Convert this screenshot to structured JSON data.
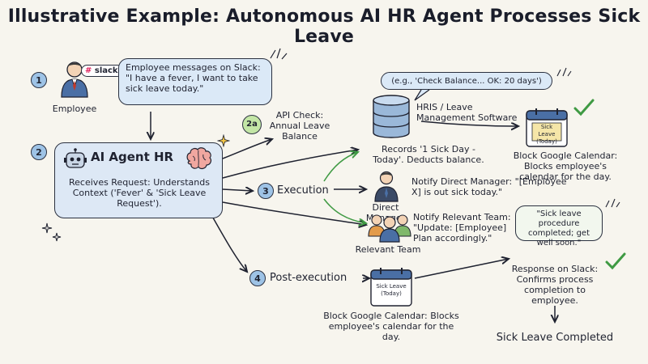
{
  "title": "Illustrative Example: Autonomous AI HR Agent Processes Sick Leave",
  "steps": {
    "s1": "1",
    "s2": "2",
    "s2a": "2a",
    "s3": "3",
    "s4": "4"
  },
  "employee": {
    "label": "Employee",
    "slack_badge": "slack",
    "message": "Employee messages on Slack: \"I have a fever, I want to take sick leave today.\""
  },
  "agent": {
    "name": "AI Agent HR",
    "description": "Receives Request: Understands Context ('Fever' & 'Sick Leave Request')."
  },
  "api_check": {
    "label": "API Check: Annual Leave Balance",
    "response_bubble": "(e.g., 'Check Balance... OK: 20 days')"
  },
  "hris": {
    "label": "HRIS / Leave Management Software",
    "records": "Records '1 Sick Day - Today'. Deducts balance."
  },
  "calendar_top": {
    "icon_label": "Sick Leave (Today)",
    "caption": "Block Google Calendar: Blocks employee's calendar for the day."
  },
  "execution": {
    "label": "Execution"
  },
  "manager": {
    "label": "Direct Manager",
    "notify": "Notify Direct Manager: \"[Employee X] is out sick today.\""
  },
  "team": {
    "label": "Relevant Team",
    "notify": "Notify Relevant Team: \"Update: [Employee] Plan accordingly.\""
  },
  "confirmation_bubble": "\"Sick leave procedure completed; get well soon.\"",
  "slack_response": "Response on Slack: Confirms process completion to employee.",
  "post_execution": {
    "label": "Post-execution",
    "calendar_icon_label": "Sick Leave (Today)",
    "caption": "Block Google Calendar: Blocks employee's calendar for the day."
  },
  "completed": "Sick Leave Completed",
  "colors": {
    "background": "#f7f5ee",
    "step_blue": "#9ec3e6",
    "step_green": "#c3e6a6",
    "bubble_blue": "#dbe9f7",
    "check_green": "#3f9a43",
    "brain_pink": "#f0a7a0",
    "db_blue": "#9ab8d9",
    "ink": "#1f2230"
  },
  "icons": {
    "employee": "person-icon",
    "agent_robot": "robot-icon",
    "agent_brain": "brain-icon",
    "hris": "database-icon",
    "calendar": "calendar-icon",
    "manager": "person-icon",
    "team": "group-icon",
    "check": "checkmark-icon",
    "sparkle": "sparkle-icon"
  }
}
